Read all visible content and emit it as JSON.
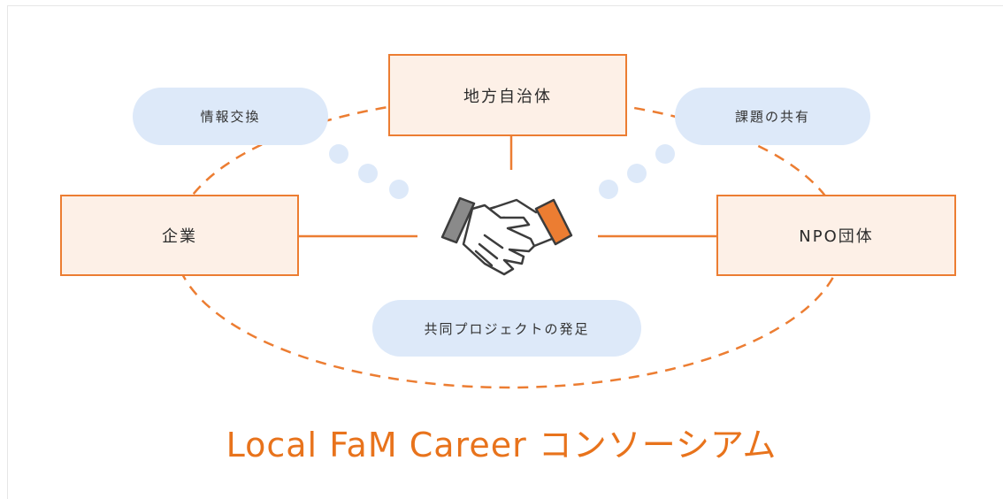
{
  "nodes": {
    "local_government": "地方自治体",
    "company": "企業",
    "npo": "NPO団体"
  },
  "bubbles": {
    "info_exchange": "情報交換",
    "issue_sharing": "課題の共有",
    "joint_project": "共同プロジェクトの発足"
  },
  "title": "Local FaM Career コンソーシアム",
  "colors": {
    "accent": "#ec7d32",
    "node_fill": "#fdf0e7",
    "bubble_fill": "#dde9f9",
    "dot_fill": "#dde9f9",
    "handshake_gray": "#8a8a8a",
    "handshake_outline": "#3c3c3c"
  },
  "icons": {
    "center": "handshake-icon"
  }
}
